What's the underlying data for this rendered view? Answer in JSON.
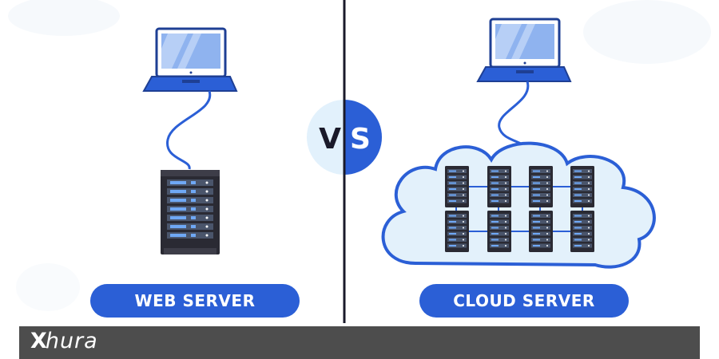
{
  "labels": {
    "vs_v": "V",
    "vs_s": "S",
    "left_label": "WEB SERVER",
    "right_label": "CLOUD SERVER"
  },
  "footer": {
    "brand_prefix": "X",
    "brand_rest": "hura"
  },
  "colors": {
    "accent_blue": "#2b5fd6",
    "divider": "#1a1a2a",
    "cloud_fill": "#e3f1fb",
    "rack_dark": "#2a2a33",
    "footer_bg": "#4d4d4d"
  },
  "icons": {
    "laptop": "laptop-icon",
    "server": "server-rack-icon",
    "cloud": "cloud-icon"
  }
}
